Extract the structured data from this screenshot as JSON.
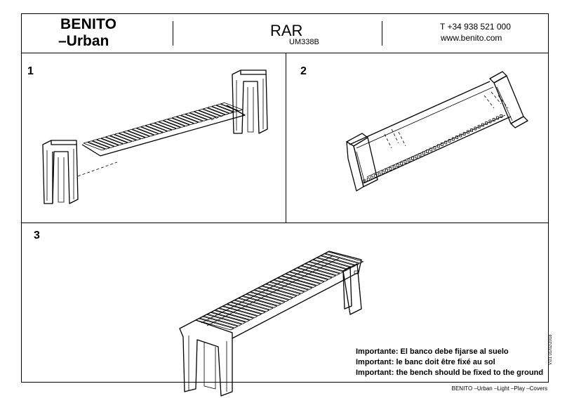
{
  "header": {
    "brand_line1": "BENITO",
    "brand_line2": "–Urban",
    "product_name": "RAR",
    "product_code": "UM338B",
    "phone": "T +34 938 521 000",
    "website": "www.benito.com"
  },
  "steps": [
    {
      "number": "1"
    },
    {
      "number": "2"
    },
    {
      "number": "3"
    }
  ],
  "notes": {
    "es": "Importante: El banco debe fijarse al suelo",
    "fr": "Important: le banc doit être fixé au sol",
    "en": "Important: the bench should be fixed to the ground"
  },
  "version": "V.01 01/02/2018",
  "footer": "BENITO –Urban –Light –Play –Covers"
}
